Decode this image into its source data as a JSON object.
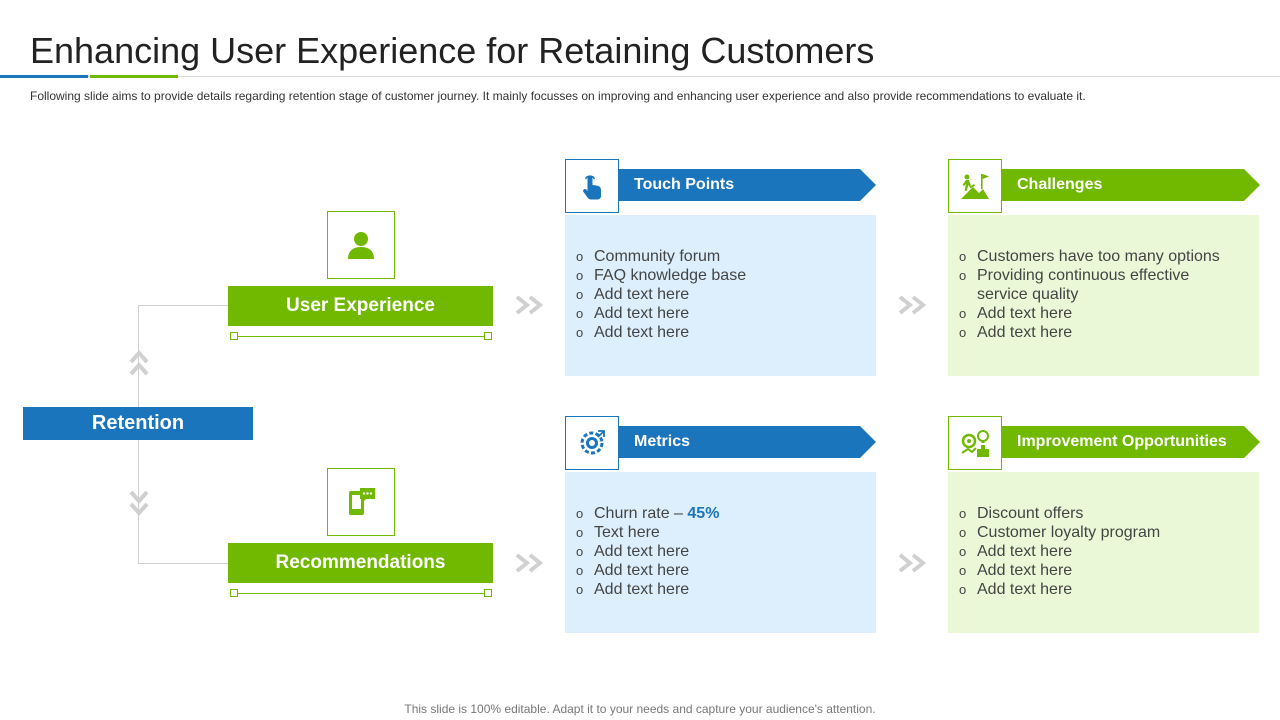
{
  "title": "Enhancing User Experience for Retaining Customers",
  "subtitle": "Following slide aims to provide  details regarding  retention stage of customer journey.  It mainly focusses on improving  and enhancing user experience and also provide  recommendations to evaluate  it.",
  "footer": "This slide is 100% editable. Adapt it to your needs and capture your audience's attention.",
  "colors": {
    "blue": "#1b75bc",
    "green": "#70b900",
    "light_blue": "#ddeffc",
    "light_green": "#eaf8d8"
  },
  "left": {
    "retention_label": "Retention",
    "user_experience": {
      "label": "User Experience",
      "icon": "user-icon"
    },
    "recommendations": {
      "label": "Recommendations",
      "icon": "phone-chat-icon"
    }
  },
  "cards": {
    "touch_points": {
      "title": "Touch Points",
      "icon": "touch-hand-icon",
      "items": [
        "Community forum",
        "FAQ knowledge base",
        "Add text here",
        "Add text here",
        "Add text here"
      ]
    },
    "challenges": {
      "title": "Challenges",
      "icon": "climber-flag-icon",
      "items": [
        "Customers have too many options",
        "Providing continuous effective",
        "service quality",
        "Add text here",
        "Add text here"
      ]
    },
    "metrics": {
      "title": "Metrics",
      "icon": "gear-chart-icon",
      "churn_label": "Churn rate – ",
      "churn_value": "45%",
      "items": [
        "Text here",
        "Add text here",
        "Add text here",
        "Add text here"
      ]
    },
    "improvement": {
      "title": "Improvement Opportunities",
      "icon": "growth-idea-icon",
      "items": [
        "Discount offers",
        "Customer loyalty program",
        "Add text here",
        "Add text here",
        "Add text here"
      ]
    }
  }
}
